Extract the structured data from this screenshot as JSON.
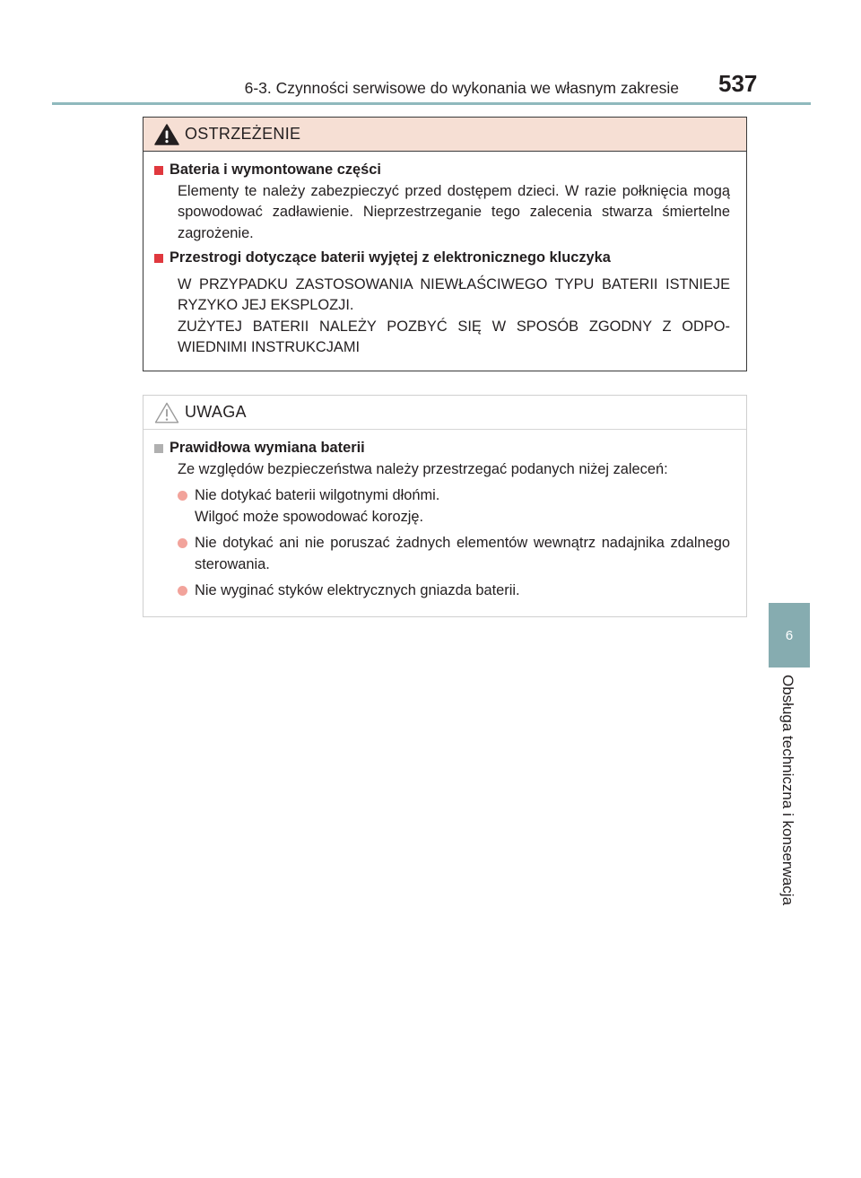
{
  "header": {
    "title": "6-3. Czynności serwisowe do wykonania we własnym zakresie",
    "page_number": "537"
  },
  "side_tab": {
    "chapter": "6",
    "label": "Obsługa techniczna i konserwacja"
  },
  "warning": {
    "title": "OSTRZEŻENIE",
    "icon": "warning-triangle-icon",
    "sections": [
      {
        "heading": "Bateria i wymontowane części",
        "text": "Elementy te należy zabezpieczyć przed dostępem dzieci. W razie połknięcia mogą spowodować zadławienie. Nieprzestrzeganie tego zalecenia stwarza śmiertelne zagrożenie."
      },
      {
        "heading": "Przestrogi dotyczące baterii wyjętej z elektronicznego kluczyka",
        "lines": [
          "W PRZYPADKU ZASTOSOWANIA NIEWŁAŚCIWEGO TYPU BATERII ISTNIEJE RYZYKO JEJ EKSPLOZJI.",
          "ZUŻYTEJ BATERII NALEŻY POZBYĆ SIĘ W SPOSÓB ZGODNY Z ODPO-WIEDNIMI INSTRUKCJAMI"
        ]
      }
    ]
  },
  "notice": {
    "title": "UWAGA",
    "icon": "caution-triangle-icon",
    "heading": "Prawidłowa wymiana baterii",
    "intro": "Ze względów bezpieczeństwa należy przestrzegać podanych niżej zaleceń:",
    "bullets": [
      {
        "lines": [
          "Nie dotykać baterii wilgotnymi dłońmi.",
          "Wilgoć może spowodować korozję."
        ]
      },
      {
        "lines": [
          "Nie dotykać ani nie poruszać żadnych elementów wewnątrz nadajnika zdalnego sterowania."
        ]
      },
      {
        "lines": [
          "Nie wyginać styków elektrycznych gniazda baterii."
        ]
      }
    ]
  },
  "colors": {
    "accent_rule": "#8fb9bd",
    "side_tab": "#86acb0",
    "warning_header_bg": "#f6dfd4",
    "warning_marker": "#e0383e",
    "notice_marker": "#b0b0b0",
    "bullet_dot": "#f2a39b"
  }
}
